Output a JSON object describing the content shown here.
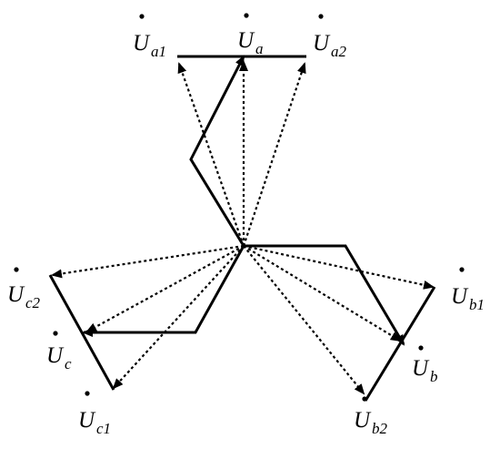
{
  "colors": {
    "ink": "#000000",
    "background": "#ffffff"
  },
  "labels": {
    "ua": {
      "base": "U",
      "sub": "a"
    },
    "ua1": {
      "base": "U",
      "sub": "a1"
    },
    "ua2": {
      "base": "U",
      "sub": "a2"
    },
    "ub": {
      "base": "U",
      "sub": "b"
    },
    "ub1": {
      "base": "U",
      "sub": "b1"
    },
    "ub2": {
      "base": "U",
      "sub": "b2"
    },
    "uc": {
      "base": "U",
      "sub": "c"
    },
    "uc1": {
      "base": "U",
      "sub": "c1"
    },
    "uc2": {
      "base": "U",
      "sub": "c2"
    }
  }
}
